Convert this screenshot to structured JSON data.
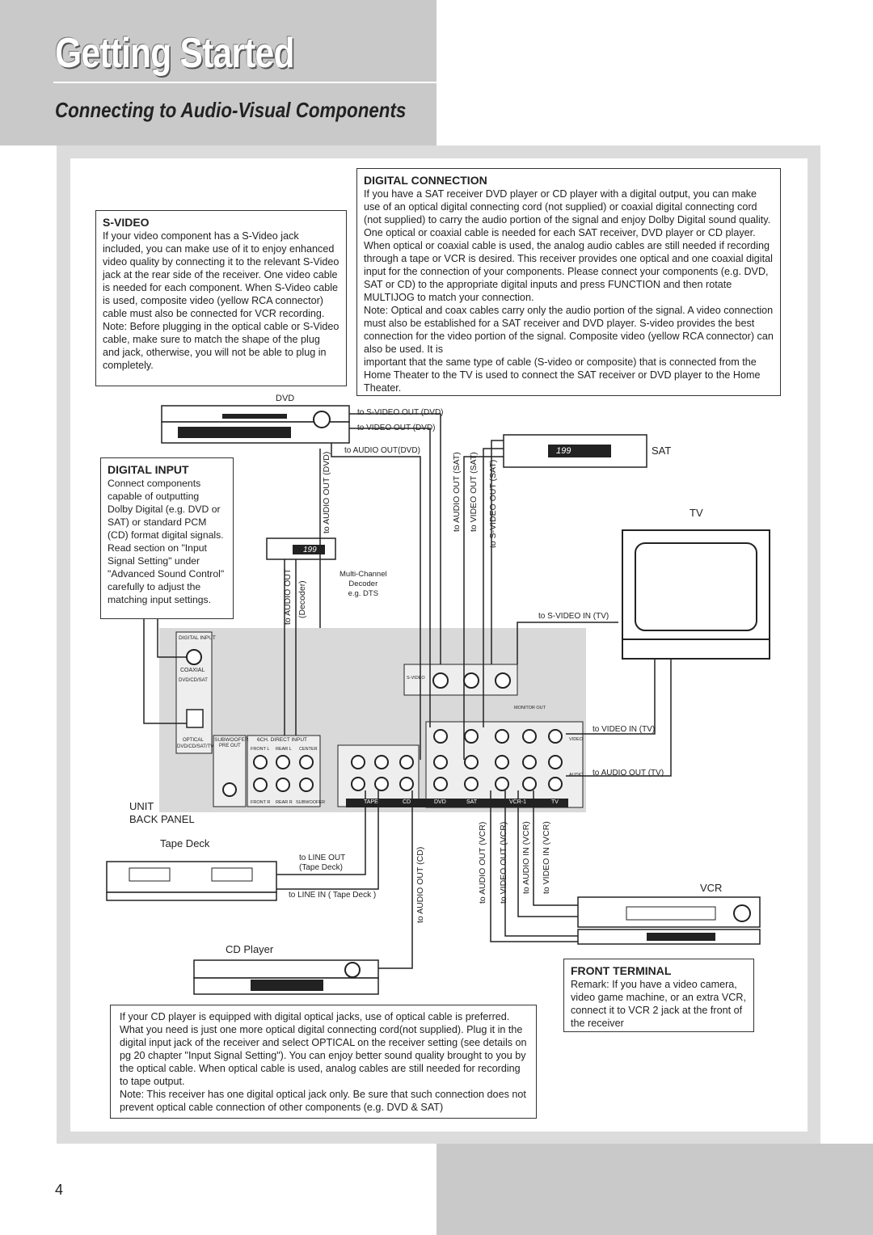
{
  "header": {
    "title": "Getting Started",
    "subtitle": "Connecting to Audio-Visual Components"
  },
  "svideo_box": {
    "heading": "S-VIDEO",
    "body": "If your video component has a S-Video jack included, you can make use of it to enjoy enhanced video quality by connecting it to the relevant S-Video jack at the rear side of the receiver. One video cable is needed for each component. When S-Video cable is used, composite video (yellow RCA connector) cable must also be connected for VCR recording. Note: Before plugging in the optical cable or S-Video cable, make sure to match the shape of the plug and jack, otherwise, you will not be able to plug in completely."
  },
  "digital_connection_box": {
    "heading": "DIGITAL CONNECTION",
    "body": "If you have a SAT receiver DVD player or CD player with a digital output, you can make use of an optical digital connecting cord (not supplied) or coaxial digital connecting cord (not supplied) to carry the audio portion of the signal and enjoy Dolby Digital sound quality. One optical or coaxial cable is needed for each SAT receiver, DVD player or CD player. When optical or coaxial cable is used, the analog audio cables are still needed if recording through a tape or VCR is desired. This receiver provides one optical and one coaxial digital input for the connection of your components. Please connect your components (e.g. DVD, SAT or CD) to the appropriate digital inputs and press FUNCTION and then rotate MULTIJOG to match your connection.",
    "note1": "Note: Optical and coax cables carry only the audio portion of the signal. A video connection must also be established for a SAT receiver and DVD player. S-video provides the best connection for the video portion of the signal. Composite video (yellow RCA connector) can also be used. It is",
    "note2": "important that the same type of cable (S-video or composite) that is connected from the Home Theater to the TV is used to connect the SAT receiver or DVD player to the Home Theater."
  },
  "digital_input_box": {
    "heading": "DIGITAL INPUT",
    "body": "Connect components capable of outputting Dolby Digital (e.g. DVD or SAT) or standard PCM (CD) format digital signals. Read section on \"Input Signal Setting\" under \"Advanced Sound Control\" carefully to adjust the matching input settings."
  },
  "front_terminal_box": {
    "heading": "FRONT TERMINAL",
    "body": "Remark: If you have a video camera, video game machine, or an extra VCR, connect it to VCR 2 jack at the front of the receiver"
  },
  "cd_box": {
    "body": "If your CD player is equipped with digital optical jacks, use of optical cable is preferred. What you need is just one more optical digital connecting cord(not supplied). Plug it in the digital input jack of the receiver and select OPTICAL on the receiver setting (see details on pg 20 chapter \"Input Signal Setting\"). You can enjoy better sound quality brought to you by the optical cable. When optical cable is used, analog cables are still needed for recording to tape output.",
    "note": "Note: This receiver has one digital optical jack only. Be sure that such connection does not prevent optical cable connection of other components (e.g. DVD & SAT)"
  },
  "devices": {
    "dvd": "DVD",
    "sat": "SAT",
    "tv": "TV",
    "vcr": "VCR",
    "tape_deck": "Tape Deck",
    "cd_player": "CD Player",
    "unit": "UNIT",
    "back_panel": "BACK PANEL",
    "decoder": "Multi-Channel\nDecoder\ne.g. DTS",
    "display_digits": "199"
  },
  "connection_labels": {
    "svideo_out_dvd": "to S-VIDEO OUT (DVD)",
    "video_out_dvd": "to VIDEO OUT (DVD)",
    "audio_out_dvd_h": "to AUDIO OUT(DVD)",
    "audio_out_dvd_v": "to AUDIO OUT (DVD)",
    "audio_out_sat": "to AUDIO OUT (SAT)",
    "video_out_sat": "to VIDEO OUT (SAT)",
    "svideo_out_sat": "to S-VIDEO OUT (SAT)",
    "audio_out_decoder": "to AUDIO OUT",
    "decoder_paren": "(Decoder)",
    "svideo_in_tv": "to S-VIDEO IN (TV)",
    "video_in_tv": "to VIDEO IN (TV)",
    "audio_out_tv": "to AUDIO OUT (TV)",
    "line_out_tape": "to LINE OUT\n(Tape Deck)",
    "line_in_tape": "to LINE IN ( Tape Deck )",
    "audio_out_cd": "to AUDIO OUT  (CD)",
    "audio_out_vcr": "to AUDIO OUT (VCR)",
    "video_out_vcr": "to VIDEO OUT (VCR)",
    "audio_in_vcr": "to AUDIO IN (VCR)",
    "video_in_vcr": "to VIDEO IN (VCR)"
  },
  "panel_labels": {
    "digital_input": "DIGITAL INPUT",
    "coaxial": "COAXIAL",
    "coax_sources": "DVD/CD/SAT",
    "optical": "OPTICAL",
    "optical_sources": "DVD/CD/SAT/TV",
    "subwoofer_pre_out": "SUBWOOFER",
    "pre_out": "PRE OUT",
    "direct_input": "6CH. DIRECT INPUT",
    "front_l": "FRONT L",
    "rear_l": "REAR L",
    "center": "CENTER",
    "front_r": "FRONT R",
    "rear_r": "REAR R",
    "subwoofer": "SUBWOOFER",
    "svideo": "S-VIDEO",
    "monitor_out": "MONITOR OUT",
    "video": "VIDEO",
    "audio": "AUDIO",
    "jack_groups": [
      "TAPE",
      "CD",
      "DVD",
      "SAT",
      "VCR-1",
      "TV"
    ]
  },
  "page_number": "4"
}
